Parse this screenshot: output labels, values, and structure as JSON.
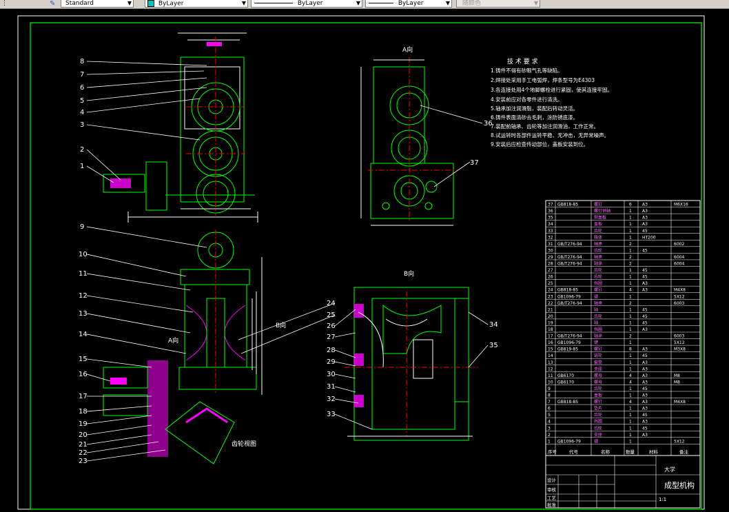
{
  "toolbar": {
    "text_style": "Standard",
    "layer_color": "ByLayer",
    "linetype": "ByLayer",
    "lineweight": "ByLayer",
    "plot_style": "随颜色"
  },
  "drawing": {
    "view_a_label": "A向",
    "view_b_label": "B向",
    "view_a_arrow": "A向",
    "view_b_arrow": "B向",
    "gear_view_label": "齿轮视图",
    "balloons_left": [
      "8",
      "7",
      "6",
      "5",
      "4",
      "3",
      "2",
      "1",
      "9",
      "10",
      "11",
      "12",
      "13",
      "14",
      "15",
      "16",
      "17",
      "18",
      "19",
      "20",
      "21",
      "22",
      "23"
    ],
    "balloons_center": [
      "24",
      "25",
      "26",
      "27",
      "28",
      "29",
      "30",
      "31",
      "32",
      "33"
    ],
    "balloons_right": [
      "34",
      "35",
      "36",
      "37"
    ],
    "tech_title": "技 术 要 求",
    "tech_requirements": [
      "1.铸件不得有砂眼气孔等缺陷。",
      "2.焊接处采用手工电弧焊，焊条型号为E4303",
      "3.各连接处用4个地脚螺栓进行紧固，使其连接牢固。",
      "4.安装前应对各零件进行清洗。",
      "5.轴承加注润滑脂，装配后转动灵活。",
      "6.铸件表面清砂去毛刺，涂防锈底漆。",
      "7.装配前轴承、齿轮等加注润滑油，工作正常。",
      "8.试运转时各部件运转平稳、无冲击，无异常噪声。",
      "9.安装后应检查传动部位，盖板安装到位。"
    ]
  },
  "bom": {
    "rows": [
      {
        "no": "37",
        "code": "GB818-85",
        "name": "螺钉",
        "qty": "6",
        "mat": "A3",
        "note": "M6X16"
      },
      {
        "no": "36",
        "code": "",
        "name": "螺钉销轴",
        "qty": "1",
        "mat": "A3",
        "note": ""
      },
      {
        "no": "35",
        "code": "",
        "name": "侧盖板",
        "qty": "1",
        "mat": "A3",
        "note": ""
      },
      {
        "no": "34",
        "code": "",
        "name": "盖板",
        "qty": "1",
        "mat": "A3",
        "note": ""
      },
      {
        "no": "33",
        "code": "",
        "name": "齿轮",
        "qty": "1",
        "mat": "45",
        "note": ""
      },
      {
        "no": "32",
        "code": "",
        "name": "箱体",
        "qty": "1",
        "mat": "HT200",
        "note": ""
      },
      {
        "no": "31",
        "code": "GB/T276-94",
        "name": "轴承",
        "qty": "2",
        "mat": "",
        "note": "6002"
      },
      {
        "no": "30",
        "code": "",
        "name": "齿轮",
        "qty": "1",
        "mat": "45",
        "note": ""
      },
      {
        "no": "29",
        "code": "GB/T276-94",
        "name": "轴承",
        "qty": "2",
        "mat": "",
        "note": "6004"
      },
      {
        "no": "28",
        "code": "GB/T276-94",
        "name": "轴承",
        "qty": "2",
        "mat": "",
        "note": "6004"
      },
      {
        "no": "27",
        "code": "",
        "name": "齿轮",
        "qty": "1",
        "mat": "45",
        "note": ""
      },
      {
        "no": "26",
        "code": "",
        "name": "齿轮",
        "qty": "1",
        "mat": "45",
        "note": ""
      },
      {
        "no": "25",
        "code": "",
        "name": "挡圈",
        "qty": "1",
        "mat": "A3",
        "note": ""
      },
      {
        "no": "24",
        "code": "GB818-85",
        "name": "螺钉",
        "qty": "4",
        "mat": "A3",
        "note": "M4X8"
      },
      {
        "no": "23",
        "code": "GB1096-79",
        "name": "键",
        "qty": "1",
        "mat": "",
        "note": "5X12"
      },
      {
        "no": "22",
        "code": "GB/T276-94",
        "name": "轴承",
        "qty": "2",
        "mat": "",
        "note": "6003"
      },
      {
        "no": "21",
        "code": "",
        "name": "轴",
        "qty": "1",
        "mat": "45",
        "note": ""
      },
      {
        "no": "20",
        "code": "",
        "name": "齿轮",
        "qty": "1",
        "mat": "45",
        "note": ""
      },
      {
        "no": "19",
        "code": "",
        "name": "轴",
        "qty": "1",
        "mat": "45",
        "note": ""
      },
      {
        "no": "18",
        "code": "",
        "name": "挡圈",
        "qty": "1",
        "mat": "A3",
        "note": ""
      },
      {
        "no": "17",
        "code": "GB/T276-94",
        "name": "轴承",
        "qty": "2",
        "mat": "",
        "note": "6003"
      },
      {
        "no": "16",
        "code": "GB1096-79",
        "name": "键",
        "qty": "1",
        "mat": "",
        "note": "5X12"
      },
      {
        "no": "15",
        "code": "GB819-85",
        "name": "螺钉",
        "qty": "8",
        "mat": "A3",
        "note": "M3X8"
      },
      {
        "no": "14",
        "code": "",
        "name": "链轮",
        "qty": "1",
        "mat": "45",
        "note": ""
      },
      {
        "no": "13",
        "code": "",
        "name": "套筒",
        "qty": "1",
        "mat": "A3",
        "note": ""
      },
      {
        "no": "12",
        "code": "",
        "name": "支座",
        "qty": "1",
        "mat": "A3",
        "note": ""
      },
      {
        "no": "11",
        "code": "GB6170",
        "name": "螺母",
        "qty": "4",
        "mat": "A3",
        "note": "M8"
      },
      {
        "no": "10",
        "code": "GB6170",
        "name": "螺母",
        "qty": "4",
        "mat": "A3",
        "note": "M8"
      },
      {
        "no": "9",
        "code": "",
        "name": "齿轮",
        "qty": "1",
        "mat": "45",
        "note": ""
      },
      {
        "no": "8",
        "code": "",
        "name": "盖板",
        "qty": "1",
        "mat": "A3",
        "note": ""
      },
      {
        "no": "7",
        "code": "GB818-85",
        "name": "螺钉",
        "qty": "4",
        "mat": "A3",
        "note": "M4X8"
      },
      {
        "no": "6",
        "code": "",
        "name": "垫片",
        "qty": "1",
        "mat": "A3",
        "note": ""
      },
      {
        "no": "5",
        "code": "",
        "name": "齿轮",
        "qty": "1",
        "mat": "45",
        "note": ""
      },
      {
        "no": "4",
        "code": "",
        "name": "挡圈",
        "qty": "1",
        "mat": "A3",
        "note": ""
      },
      {
        "no": "3",
        "code": "",
        "name": "齿轮",
        "qty": "1",
        "mat": "45",
        "note": ""
      },
      {
        "no": "2",
        "code": "",
        "name": "支座",
        "qty": "1",
        "mat": "A3",
        "note": ""
      },
      {
        "no": "1",
        "code": "GB1096-79",
        "name": "键",
        "qty": "1",
        "mat": "",
        "note": "5X12"
      }
    ],
    "header": {
      "no": "序号",
      "code": "代号",
      "name": "名称",
      "qty": "数量",
      "mat": "材料",
      "note": "备注"
    }
  },
  "title_block": {
    "company": "大学",
    "drawing_title": "成型机构",
    "scale": "1:1",
    "row_labels": [
      "设计",
      "审核",
      "工艺",
      "批准"
    ]
  }
}
